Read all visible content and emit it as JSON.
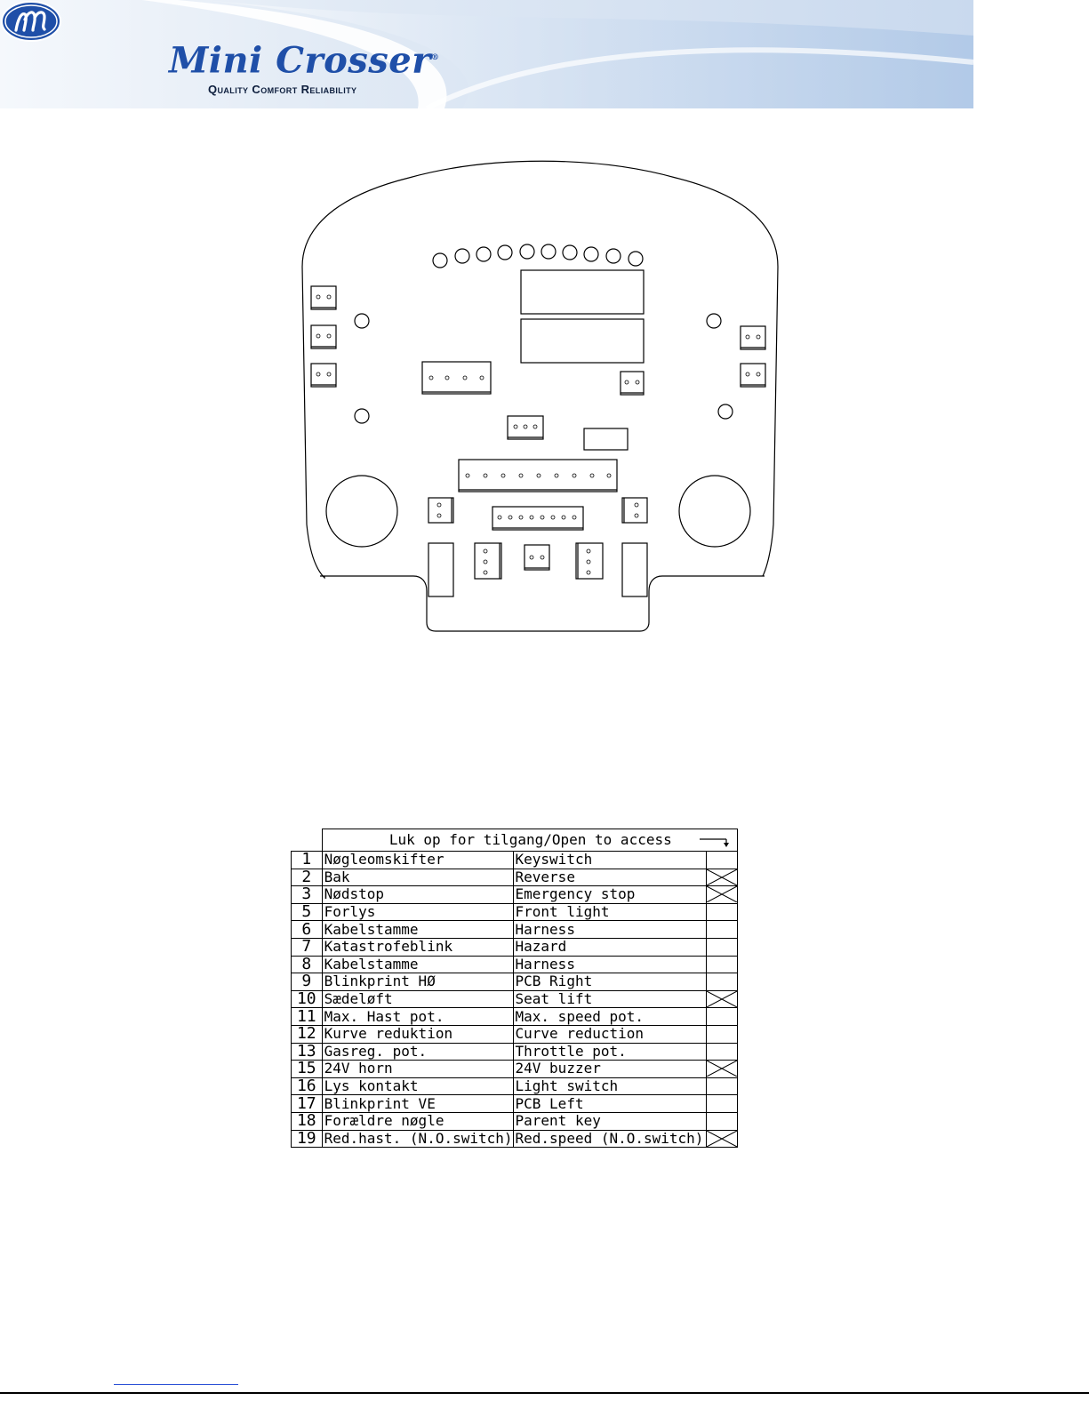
{
  "header": {
    "brand_name": "Mini Crosser",
    "brand_reg": "®",
    "tagline": "Quality Comfort Reliability",
    "logo_icon": "m-circle-logo-icon",
    "colors": {
      "brand": "#1f4fa8",
      "banner_light": "#dfe9f5",
      "banner_dark": "#8fb0d8"
    }
  },
  "drawing": {
    "icon": "control-panel-pcb-outline-icon"
  },
  "legend": {
    "title": "Luk op for tilgang/Open to access",
    "rows": [
      {
        "num": "1",
        "dk": "Nøgleomskifter",
        "en": "Keyswitch",
        "checked": false
      },
      {
        "num": "2",
        "dk": "Bak",
        "en": "Reverse",
        "checked": true
      },
      {
        "num": "3",
        "dk": "Nødstop",
        "en": "Emergency stop",
        "checked": true
      },
      {
        "num": "5",
        "dk": "Forlys",
        "en": "Front light",
        "checked": false
      },
      {
        "num": "6",
        "dk": "Kabelstamme",
        "en": "Harness",
        "checked": false
      },
      {
        "num": "7",
        "dk": "Katastrofeblink",
        "en": "Hazard",
        "checked": false
      },
      {
        "num": "8",
        "dk": "Kabelstamme",
        "en": "Harness",
        "checked": false
      },
      {
        "num": "9",
        "dk": "Blinkprint HØ",
        "en": "PCB Right",
        "checked": false
      },
      {
        "num": "10",
        "dk": "Sædeløft",
        "en": "Seat lift",
        "checked": true
      },
      {
        "num": "11",
        "dk": "Max. Hast pot.",
        "en": "Max. speed pot.",
        "checked": false
      },
      {
        "num": "12",
        "dk": "Kurve reduktion",
        "en": "Curve reduction",
        "checked": false
      },
      {
        "num": "13",
        "dk": "Gasreg. pot.",
        "en": "Throttle pot.",
        "checked": false
      },
      {
        "num": "15",
        "dk": "24V horn",
        "en": "24V buzzer",
        "checked": true
      },
      {
        "num": "16",
        "dk": "Lys kontakt",
        "en": "Light switch",
        "checked": false
      },
      {
        "num": "17",
        "dk": "Blinkprint VE",
        "en": "PCB Left",
        "checked": false
      },
      {
        "num": "18",
        "dk": "Forældre nøgle",
        "en": "Parent key",
        "checked": false
      },
      {
        "num": "19",
        "dk": "Red.hast. (N.O.switch)",
        "en": "Red.speed (N.O.switch)",
        "checked": true
      }
    ]
  }
}
